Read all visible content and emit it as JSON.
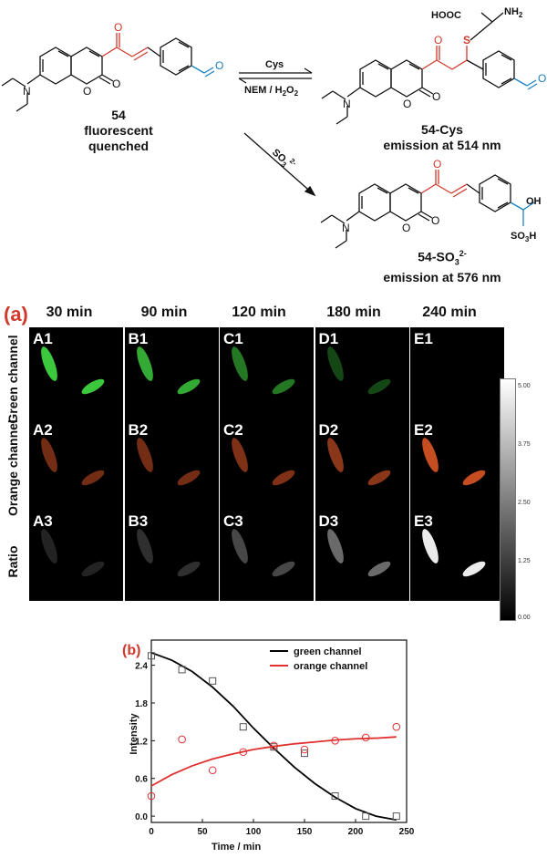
{
  "scheme": {
    "compound_54": {
      "id": "54",
      "caption": "fluorescent quenched"
    },
    "compound_cys": {
      "id": "54-Cys",
      "caption": "emission at 514 nm",
      "substituent": "HOOC",
      "nh2": "NH2",
      "s_atom": "S"
    },
    "compound_so3": {
      "id_prefix": "54-SO",
      "id_sub": "3",
      "id_sup": "2-",
      "caption": "emission at 576 nm",
      "oh": "OH",
      "so3h_prefix": "SO",
      "so3h_sub": "3",
      "so3h_suffix": "H"
    },
    "arrow_cys_label": "Cys",
    "arrow_back_label_prefix": "NEM / H",
    "arrow_back_label_sub": "2",
    "arrow_back_label_mid": "O",
    "arrow_back_label_sub2": "2",
    "arrow_so3_prefix": "SO",
    "arrow_so3_sub": "3",
    "arrow_so3_sup": "2-",
    "atom_N": "N",
    "atom_O": "O",
    "colors": {
      "red": "#d0392b",
      "blue": "#1a7fbf",
      "black": "#111111"
    }
  },
  "panel_a": {
    "tag": "(a)",
    "times": [
      "30 min",
      "90 min",
      "120 min",
      "180 min",
      "240 min"
    ],
    "rows": [
      "Green channel",
      "Orange channel",
      "Ratio"
    ],
    "tiles": [
      [
        "A1",
        "B1",
        "C1",
        "D1",
        "E1"
      ],
      [
        "A2",
        "B2",
        "C2",
        "D2",
        "E2"
      ],
      [
        "A3",
        "B3",
        "C3",
        "D3",
        "E3"
      ]
    ],
    "colorbar_ticks": [
      "5.00",
      "3.75",
      "2.50",
      "1.25",
      "0.00"
    ],
    "green_intensity": [
      1.0,
      0.85,
      0.6,
      0.35,
      0.0
    ],
    "orange_intensity": [
      0.5,
      0.5,
      0.55,
      0.6,
      0.85
    ],
    "ratio_intensity": [
      0.15,
      0.2,
      0.3,
      0.45,
      1.0
    ],
    "tag_color": "#d0392b"
  },
  "chart_data": {
    "type": "scatter",
    "tag": "(b)",
    "xlabel": "Time / min",
    "ylabel": "Intensity",
    "xlim": [
      0,
      250
    ],
    "ylim": [
      -0.1,
      2.8
    ],
    "xticks": [
      0,
      50,
      100,
      150,
      200,
      250
    ],
    "yticks": [
      0.0,
      0.6,
      1.2,
      1.8,
      2.4
    ],
    "series": [
      {
        "name": "green channel",
        "color": "#000000",
        "marker": "square",
        "x": [
          0,
          30,
          60,
          90,
          120,
          150,
          180,
          210,
          240
        ],
        "y": [
          2.55,
          2.33,
          2.15,
          1.42,
          1.1,
          1.0,
          0.32,
          0.0,
          0.0
        ],
        "fit_x": [
          0,
          20,
          40,
          60,
          80,
          100,
          120,
          140,
          160,
          180,
          200,
          220,
          240
        ],
        "fit_y": [
          2.6,
          2.48,
          2.3,
          2.05,
          1.75,
          1.4,
          1.08,
          0.78,
          0.52,
          0.3,
          0.12,
          -0.0,
          -0.06
        ]
      },
      {
        "name": "orange channel",
        "color": "#e03030",
        "marker": "circle",
        "x": [
          0,
          30,
          60,
          90,
          120,
          150,
          180,
          210,
          240
        ],
        "y": [
          0.32,
          1.22,
          0.73,
          1.02,
          1.12,
          1.06,
          1.2,
          1.25,
          1.42
        ],
        "fit_x": [
          0,
          20,
          40,
          60,
          80,
          100,
          120,
          140,
          160,
          180,
          200,
          220,
          240
        ],
        "fit_y": [
          0.48,
          0.66,
          0.8,
          0.91,
          0.99,
          1.06,
          1.11,
          1.15,
          1.18,
          1.21,
          1.23,
          1.24,
          1.26
        ]
      }
    ],
    "legend_position": "top-right"
  }
}
